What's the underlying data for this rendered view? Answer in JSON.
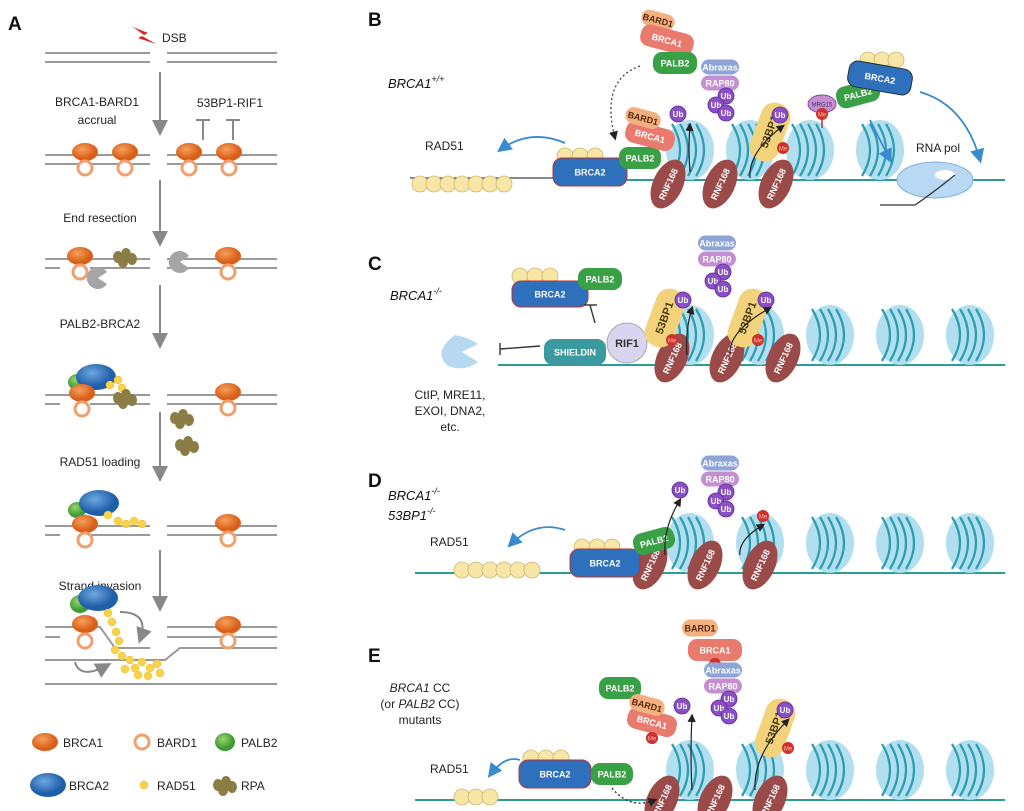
{
  "panel_labels": [
    "A",
    "B",
    "C",
    "D",
    "E"
  ],
  "panel_a": {
    "dsb": "DSB",
    "steps": [
      "BRCA1-BARD1",
      "accrual",
      "53BP1-RIF1",
      "End resection",
      "PALB2-BRCA2",
      "RAD51 loading",
      "Strand invasion"
    ],
    "legend": [
      "BRCA1",
      "BARD1",
      "PALB2",
      "BRCA2",
      "RAD51",
      "RPA"
    ]
  },
  "panel_b": {
    "genotype": "BRCA1",
    "genotype_sup": "+/+",
    "rad51": "RAD51",
    "rna_pol": "RNA pol"
  },
  "panel_c": {
    "genotype": "BRCA1",
    "genotype_sup": "-/-",
    "nucleases": [
      "CtIP, MRE11,",
      "EXOI, DNA2,",
      "etc."
    ]
  },
  "panel_d": {
    "genotype1": "BRCA1",
    "genotype1_sup": "-/-",
    "genotype2": "53BP1",
    "genotype2_sup": "-/-",
    "rad51": "RAD51"
  },
  "panel_e": {
    "line1_italic": "BRCA1",
    "line1_rest": " CC",
    "line2_pre": "(or ",
    "line2_italic": "PALB2",
    "line2_rest": " CC)",
    "line3": "mutants",
    "rad51": "RAD51"
  },
  "proteins": {
    "brca1": "BRCA1",
    "bard1": "BARD1",
    "palb2": "PALB2",
    "brca2": "BRCA2",
    "abraxas": "Abraxas",
    "rap80": "RAP80",
    "ub": "Ub",
    "me": "Me",
    "bp53": "53BP1",
    "rnf168": "RNF168",
    "mrg15": "MRG15",
    "shieldin": "SHIELDIN",
    "rif1": "RIF1"
  },
  "colors": {
    "brca1": "#e87a6e",
    "bard1": "#f5b07f",
    "palb2": "#3aa046",
    "brca2": "#2f70bd",
    "rad51": "#f7e3a0",
    "rpa": "#8a7d45",
    "ub": "#8a4fc4",
    "me": "#d0302a",
    "bp53": "#f2d27a",
    "rnf168": "#9a4a45",
    "nucleosome": "#a9dcee",
    "dna": "#2a9d9a",
    "abraxas": "#8ea3d6",
    "rap80": "#c48fd0",
    "shieldin": "#3b9aa0",
    "rif1": "#d9d4f0",
    "orange": "#e97a2b",
    "dsb": "#e0201b"
  }
}
